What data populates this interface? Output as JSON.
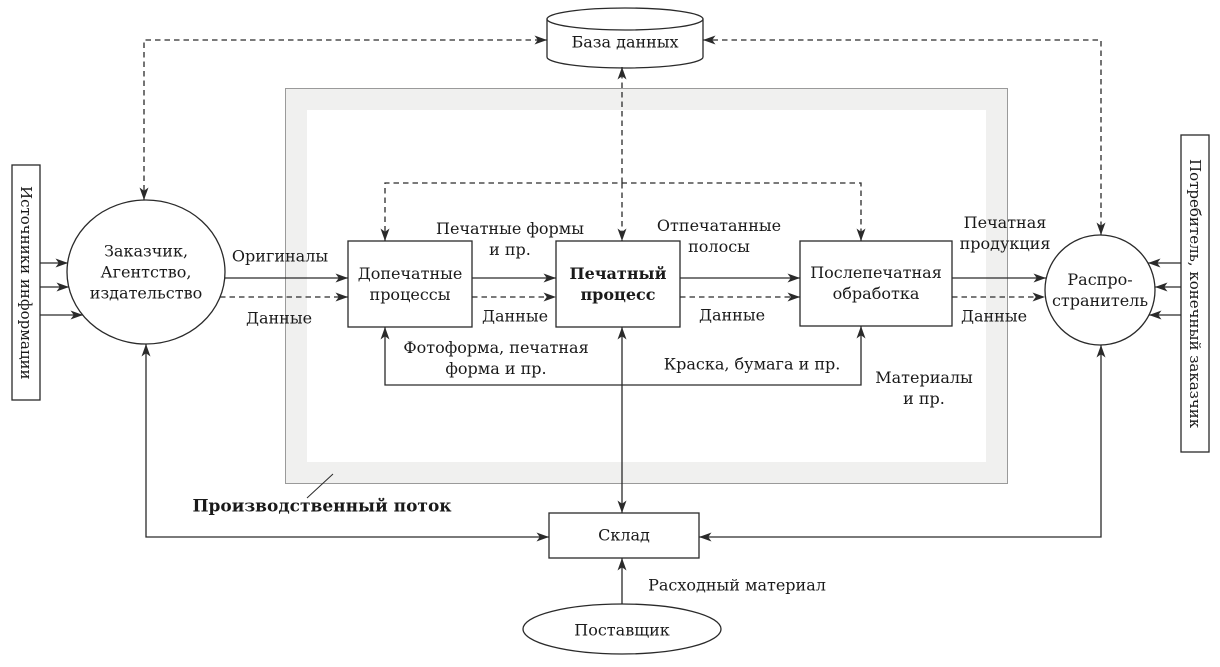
{
  "colors": {
    "line": "#2a2a2a",
    "text": "#1a1a1a",
    "frame_fill": "#f0f0ef",
    "frame_border": "#9a9a9a",
    "node_fill": "#ffffff"
  },
  "nodes": {
    "database": {
      "label": "База данных"
    },
    "sources": {
      "label": "Источники информации"
    },
    "customer": {
      "line1": "Заказчик,",
      "line2": "Агентство,",
      "line3": "издательство"
    },
    "prepress": {
      "line1": "Допечатные",
      "line2": "процессы"
    },
    "press": {
      "line1": "Печатный",
      "line2": "процесс"
    },
    "postpress": {
      "line1": "Послепечатная",
      "line2": "обработка"
    },
    "distributor": {
      "line1": "Распро-",
      "line2": "странитель"
    },
    "consumer": {
      "label": "Потребитель, конечный заказчик"
    },
    "warehouse": {
      "label": "Склад"
    },
    "supplier": {
      "label": "Поставщик"
    }
  },
  "edges": {
    "originals": "Оригиналы",
    "data_left": "Данные",
    "forms1": "Печатные формы",
    "forms2": "и пр.",
    "data_mid1": "Данные",
    "sheets1": "Отпечатанные",
    "sheets2": "полосы",
    "data_mid2": "Данные",
    "product1": "Печатная",
    "product2": "продукция",
    "data_right": "Данные",
    "photoform1": "Фотоформа, печатная",
    "photoform2": "форма и пр.",
    "ink": "Краска, бумага и пр.",
    "materials1": "Материалы",
    "materials2": "и пр.",
    "consumable": "Расходный материал"
  },
  "annotations": {
    "production_flow": "Производственный поток"
  }
}
